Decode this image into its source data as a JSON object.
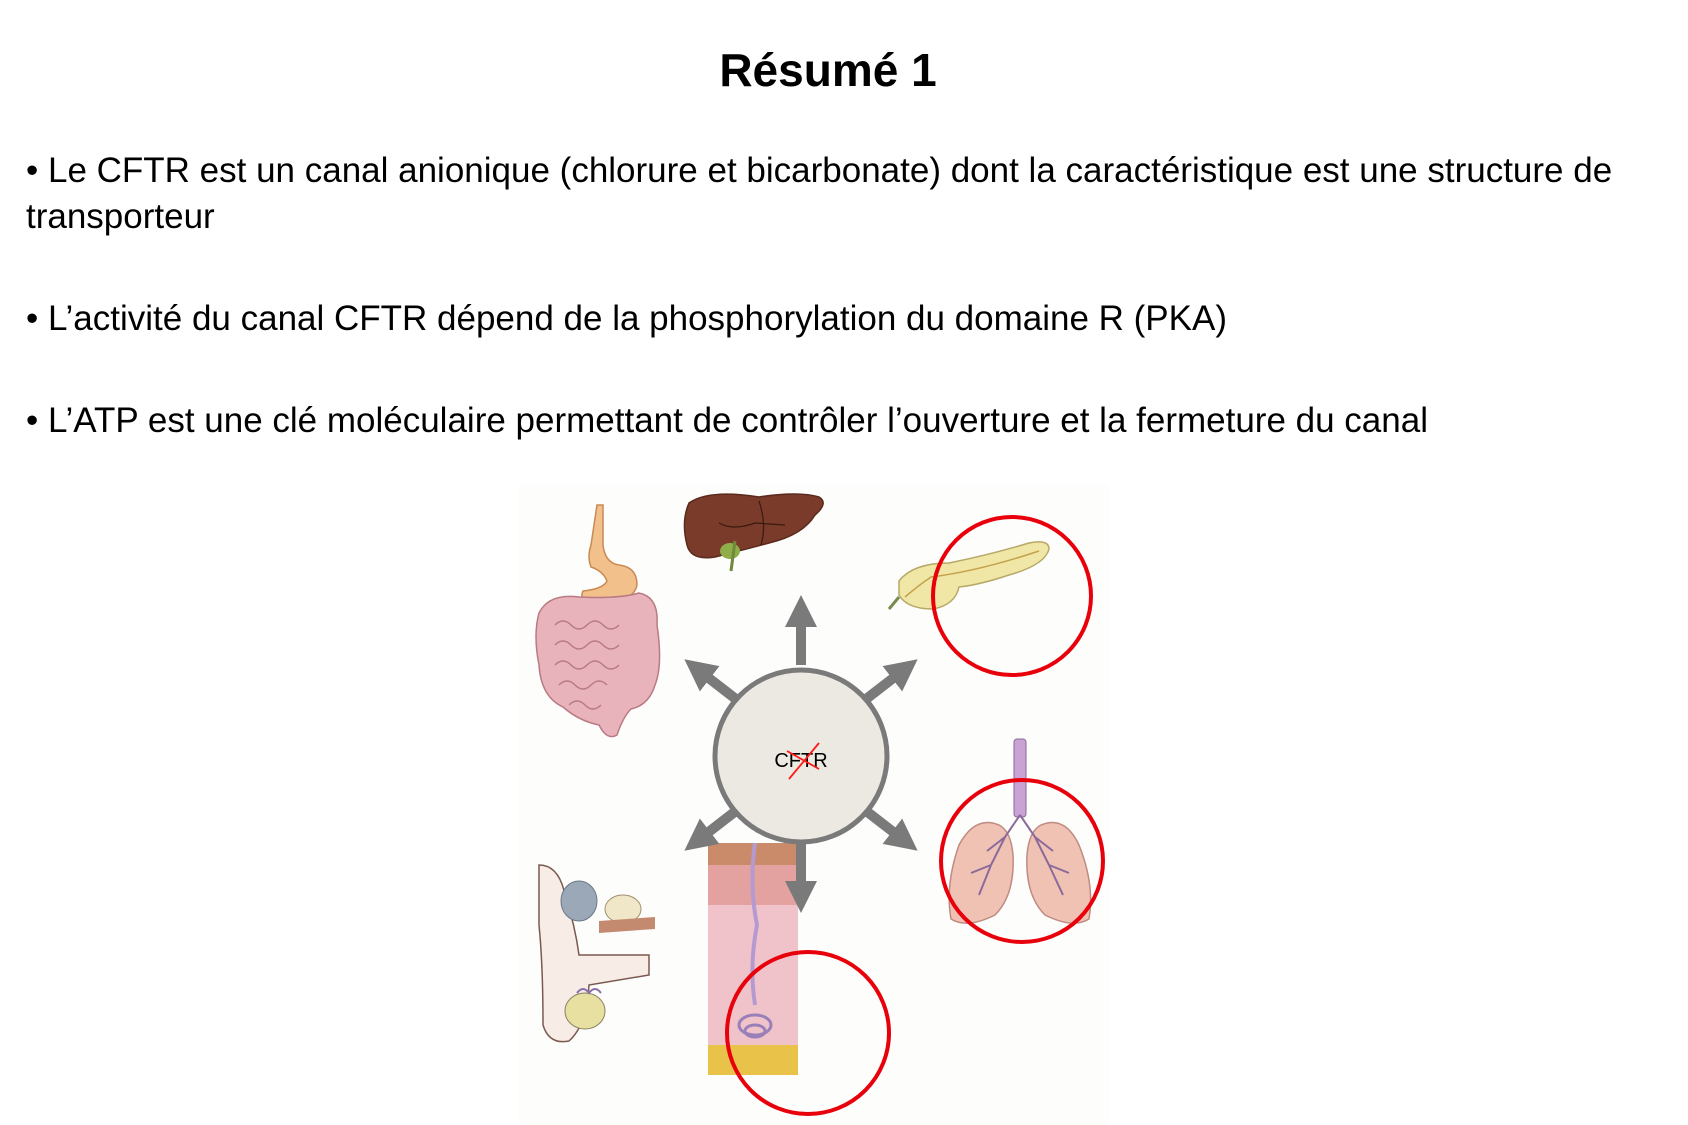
{
  "slide": {
    "title": "Résumé 1",
    "bullets": [
      {
        "text": "• Le CFTR est un canal anionique (chlorure et bicarbonate) dont la caractéristique est une structure de transporteur"
      },
      {
        "text": "• L’activité du canal CFTR dépend de la phosphorylation du domaine R (PKA)"
      },
      {
        "text": "• L’ATP est une clé moléculaire permettant de contrôler l’ouverture et la fermeture du canal"
      }
    ]
  },
  "figure": {
    "center_label": "CFTR",
    "center_label_crossed": true,
    "organs": [
      {
        "name": "intestine",
        "position": "upper-left",
        "highlighted": false
      },
      {
        "name": "liver",
        "position": "top",
        "highlighted": false
      },
      {
        "name": "pancreas",
        "position": "upper-right",
        "highlighted": true
      },
      {
        "name": "lungs",
        "position": "lower-right",
        "highlighted": true
      },
      {
        "name": "sweat-gland-skin",
        "position": "bottom",
        "highlighted": true
      },
      {
        "name": "male-reproductive-tract",
        "position": "lower-left",
        "highlighted": false
      }
    ],
    "colors": {
      "highlight_circle": "#e8000b",
      "arrow": "#7a7a7a",
      "center_fill": "#ebe9e1",
      "center_stroke": "#7a7a7a",
      "cross": "#ff1a1a"
    }
  }
}
